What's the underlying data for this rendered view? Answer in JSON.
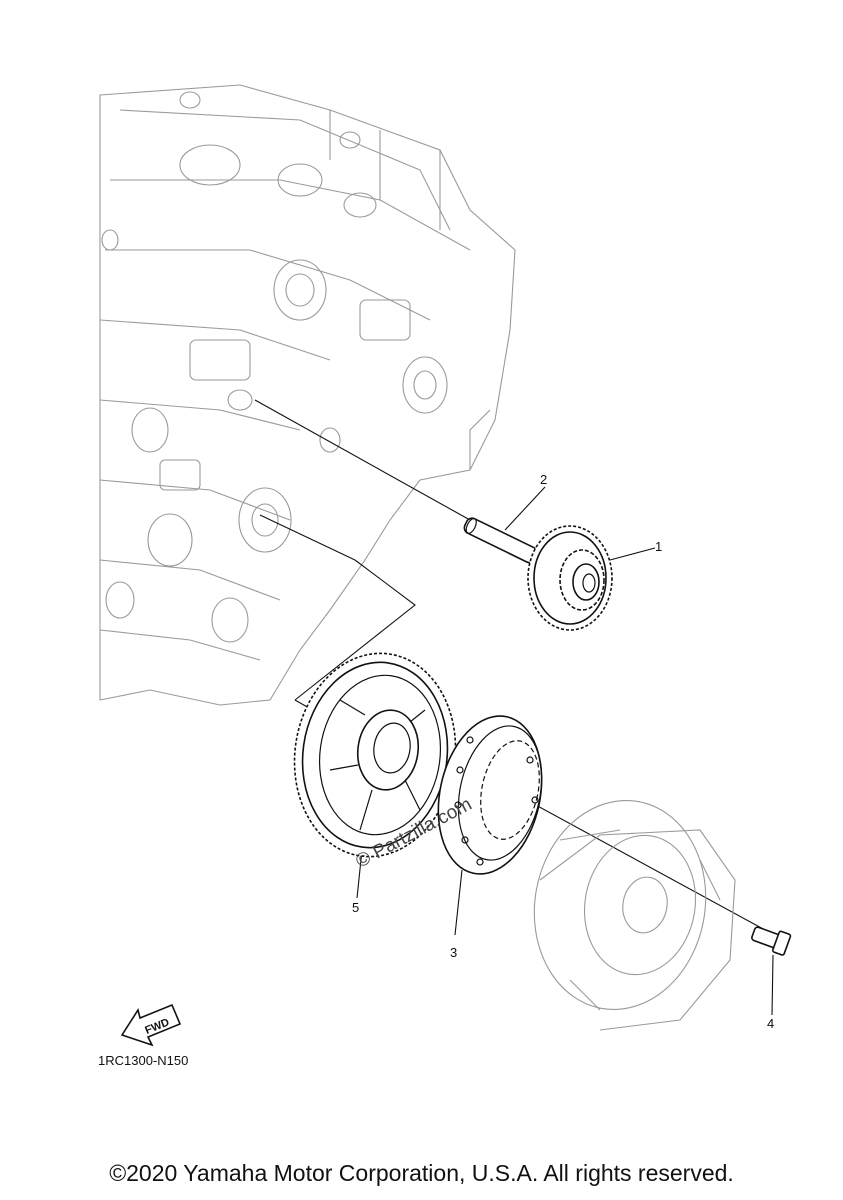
{
  "callouts": {
    "p1": "1",
    "p2": "2",
    "p3": "3",
    "p4": "4",
    "p5": "5"
  },
  "fwd_label": "FWD",
  "diagram_code": "1RC1300-N150",
  "watermark": "© Partzilla.com",
  "copyright": "©2020 Yamaha Motor Corporation, U.S.A. All rights reserved."
}
